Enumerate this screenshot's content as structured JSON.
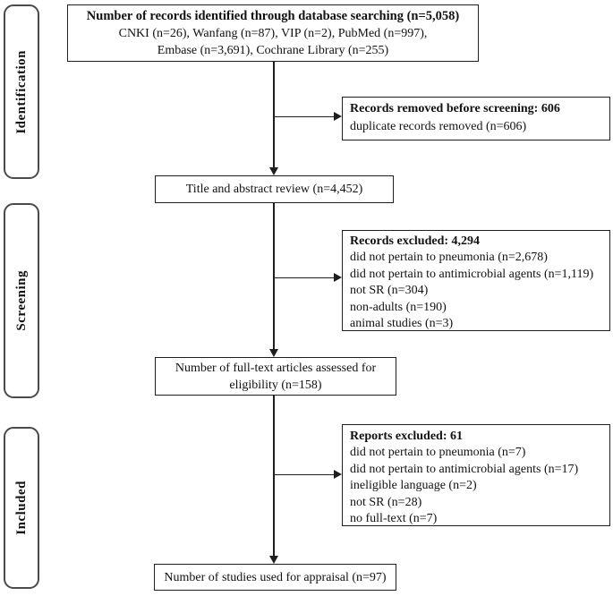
{
  "diagram": {
    "sidebar": {
      "identification": "Identification",
      "screening": "Screening",
      "included": "Included"
    },
    "top_box": {
      "title": "Number of records identified through database searching (n=5,058)",
      "line2": "CNKI (n=26), Wanfang (n=87), VIP (n=2), PubMed (n=997),",
      "line3": "Embase (n=3,691), Cochrane Library (n=255)"
    },
    "removed_box": {
      "title": "Records removed before screening: 606",
      "line": "duplicate records removed  (n=606)"
    },
    "title_review_box": {
      "label": "Title and abstract review (n=4,452)"
    },
    "records_excluded_box": {
      "title": "Records excluded: 4,294",
      "lines": [
        "did not pertain to pneumonia (n=2,678)",
        "did not pertain to antimicrobial agents (n=1,119)",
        "not SR (n=304)",
        "non-adults (n=190)",
        "animal studies (n=3)"
      ]
    },
    "fulltext_box": {
      "label": "Number of full-text articles assessed for eligibility (n=158)"
    },
    "reports_excluded_box": {
      "title": "Reports excluded: 61",
      "lines": [
        "did not pertain to pneumonia (n=7)",
        "did not pertain to antimicrobial agents (n=17)",
        "ineligible language (n=2)",
        "not SR (n=28)",
        "no full-text (n=7)"
      ]
    },
    "appraisal_box": {
      "label": "Number of studies used for appraisal (n=97)"
    },
    "colors": {
      "line": "#1f1f1f",
      "stage_border": "#4a4a4a",
      "background": "#ffffff"
    }
  }
}
